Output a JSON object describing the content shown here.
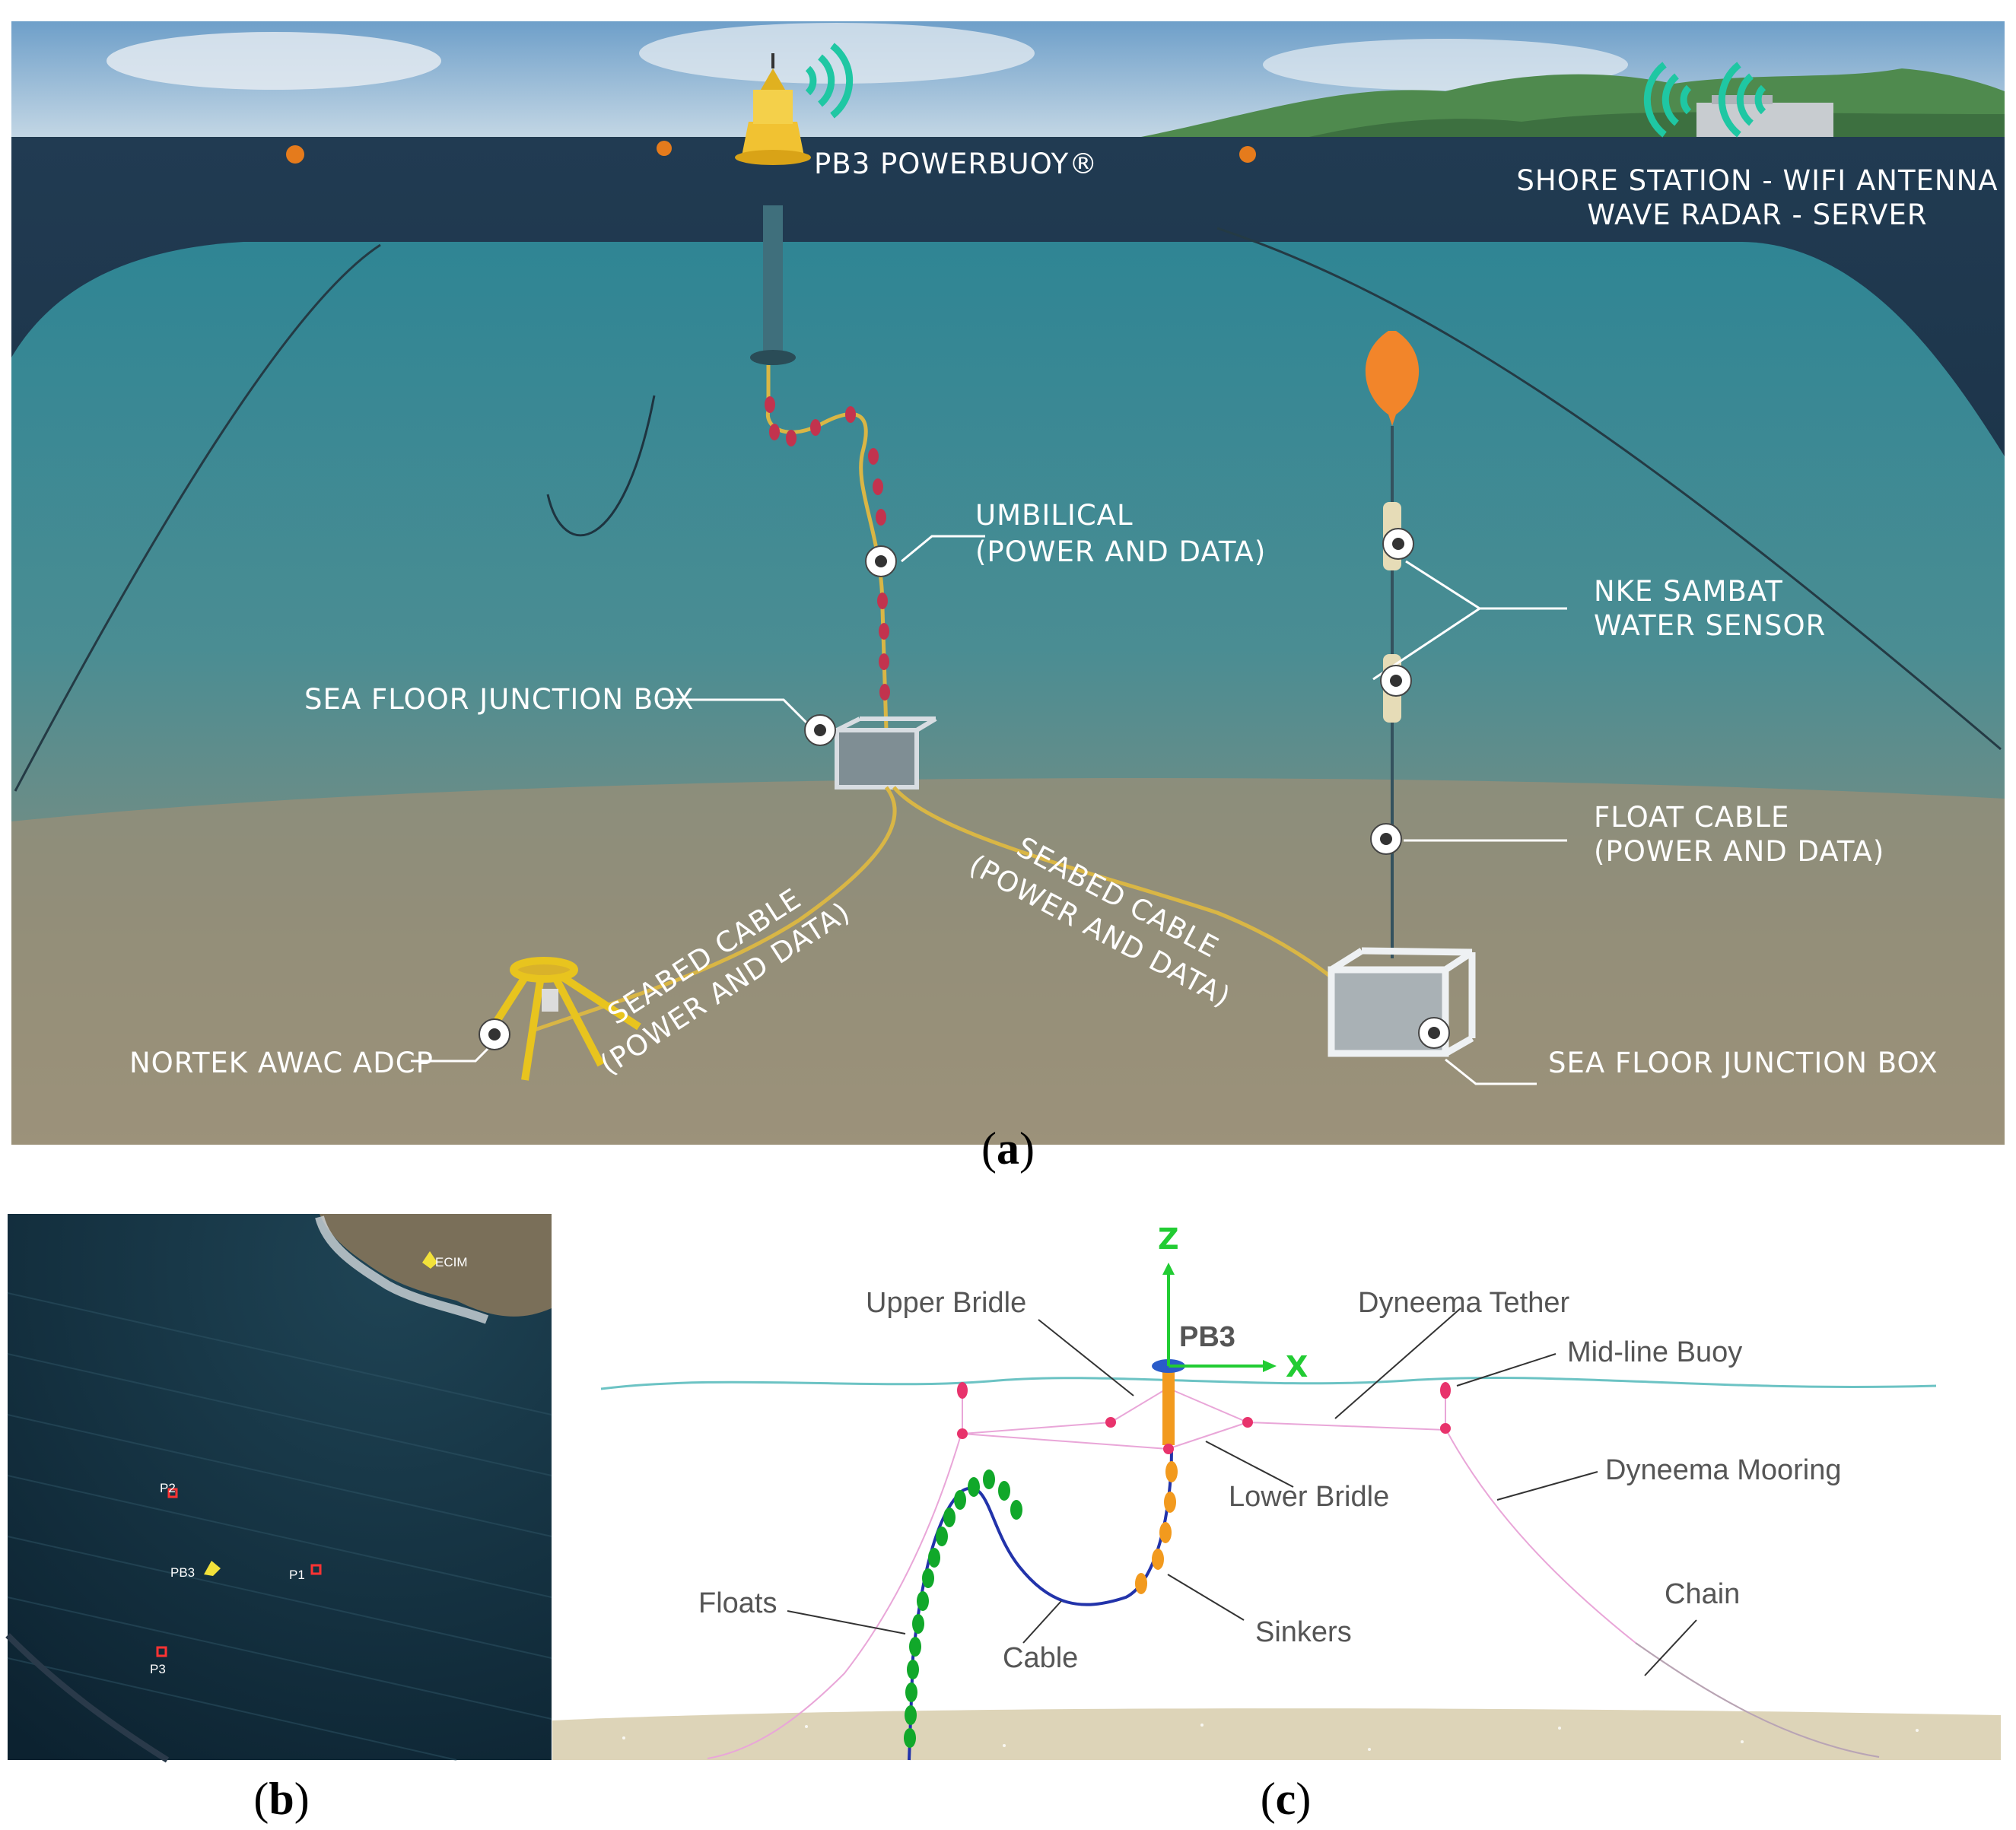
{
  "panel_a": {
    "caption": "a",
    "labels": {
      "powerbuoy": "PB3 POWERBUOY®",
      "shore_station_1": "SHORE STATION - WIFI ANTENNA",
      "shore_station_2": "WAVE RADAR - SERVER",
      "umbilical_1": "UMBILICAL",
      "umbilical_2": "(POWER AND DATA)",
      "junction_box_left": "SEA FLOOR JUNCTION BOX",
      "nke_1": "NKE SAMBAT",
      "nke_2": "WATER SENSOR",
      "float_cable_1": "FLOAT CABLE",
      "float_cable_2": "(POWER AND DATA)",
      "seabed_left_1": "SEABED CABLE",
      "seabed_left_2": "(POWER AND DATA)",
      "seabed_right_1": "SEABED CABLE",
      "seabed_right_2": "(POWER AND DATA)",
      "adcp": "NORTEK AWAC ADCP",
      "junction_box_right": "SEA FLOOR JUNCTION BOX"
    }
  },
  "panel_b": {
    "caption": "b",
    "markers": {
      "ecim": "ECIM",
      "p2": "P2",
      "pb3": "PB3",
      "p1": "P1",
      "p3": "P3"
    }
  },
  "panel_c": {
    "caption": "c",
    "axis": {
      "z": "Z",
      "x": "X"
    },
    "labels": {
      "pb3": "PB3",
      "upper_bridle": "Upper Bridle",
      "dyneema_tether": "Dyneema Tether",
      "midline_buoy": "Mid-line Buoy",
      "lower_bridle": "Lower Bridle",
      "dyneema_mooring": "Dyneema Mooring",
      "floats": "Floats",
      "cable": "Cable",
      "sinkers": "Sinkers",
      "chain": "Chain"
    }
  },
  "colors": {
    "sea_dark": "#1a3346",
    "water": "#2f7f8e",
    "sand": "#8f8a74",
    "cable_yellow": "#d9b645",
    "float_green": "#11a82a",
    "sinker_orange": "#f29a1e",
    "node_pink": "#e8336c"
  }
}
